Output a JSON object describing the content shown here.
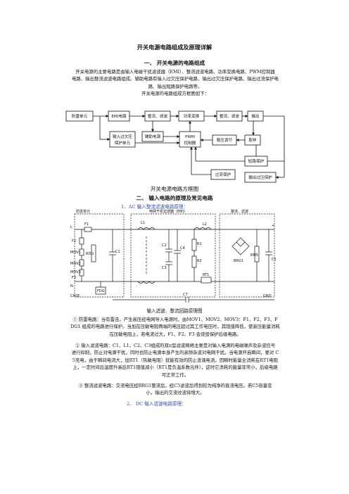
{
  "doc": {
    "title": "开关电源电路组成及原理详解",
    "section1_heading": "一、 开关电源的电路组成",
    "para1_lines": [
      "开关电源的主要电路是由输入电磁干扰滤波器（EMI）、整流滤波电路、功率变换电路、PWM控制器",
      "电路、输出整流滤波电路组成。辅助电路有输入过欠压保护电路、输出过欠压保护电路、输出过流保护电",
      "路、输出短路保护电路等。",
      "开关电源的电路组成方框图如下："
    ],
    "block_diagram": {
      "caption": "开关电源电路方框图",
      "blocks": {
        "protect": "防雷单元",
        "emi": "EMI电路",
        "rectify": "整流、滤波",
        "power": "功率变换",
        "rect2": "整流、滤波",
        "output": "输出",
        "ovp_in1": "输入过欠压",
        "ovp_in2": "保护单元",
        "aux": "辅助电源",
        "pwm1": "PWM",
        "pwm2": "控制器",
        "reg": "稳压调节",
        "sample": "取样",
        "short": "短路保护",
        "ocp": "过流保护",
        "ovp_out": "输出过压保护"
      }
    },
    "section2_heading": "二、 输入电路的原理及常见电路",
    "sub1_heading": "1、AC 输入整流滤波电路原理：",
    "schematic": {
      "label_protect": "防雷单元",
      "label_emi": "电网干扰滤波器（EMI）",
      "label_rect": "整流、滤波",
      "caption": "输入滤波、整流回路原理图",
      "components": [
        "L",
        "F1",
        "F2",
        "MOV1",
        "MOV2",
        "MOV3",
        "F3",
        "N",
        "CASE",
        "FDG",
        "RDG",
        "C1",
        "L1",
        "C2",
        "C3",
        "C4",
        "L2",
        "R1",
        "R2",
        "RT1",
        "C7",
        "BRG1",
        "RM5",
        "C5",
        "+",
        "GND"
      ]
    },
    "list_items": [
      {
        "lines": [
          "① 防雷电路：当有雷击，产生高压经电网导入电源时，由MOV1、MOV2、MOV3：F1、F2、F3、F",
          "DG1 组成的电路进行保护。当加在压敏电阻两端的电压超过其工作电压时，其阻值降低，使高压能量消耗",
          "在压敏电阻上，若电流过大，F1、F2、F3 会烧毁保护后级电路。"
        ]
      },
      {
        "lines": [
          "② 输入滤波电路：C1、L1、C2、C3组成的双π型滤波网络主要是对输入电源的电磁噪声及杂波信号",
          "进行抑制，防止对电源干扰，同时也防止电源本身产生的高频杂波对电网干扰。当电源开启瞬间，要对 C",
          "5充电，由于瞬间电流大，加RT1（热敏电阻）就能有效的防止浪涌电流。因瞬时能量全消耗在RT1电阻",
          "上，一定时间后温度升高后RT1阻值减小（RT1是负温系数元件），这时它消耗的能量非常小，后级电路",
          "可正常工作。"
        ]
      },
      {
        "lines": [
          "③ 整流滤波电路：交流电压经BRG1整流后，经C5滤波后得到较为纯净的直流电压。若C5容量变",
          "小，输出的交流纹波将增大。"
        ]
      }
    ],
    "sub2_heading": "2、 DC 输入滤波电路原理："
  }
}
